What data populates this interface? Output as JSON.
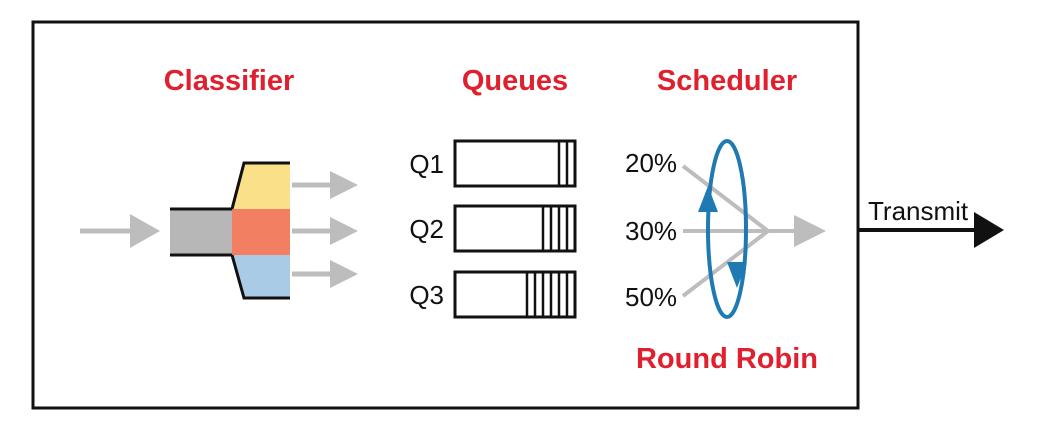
{
  "headings": {
    "classifier": "Classifier",
    "queues": "Queues",
    "scheduler": "Scheduler",
    "round_robin": "Round Robin"
  },
  "queues": [
    {
      "label": "Q1",
      "filled_slots": 2
    },
    {
      "label": "Q2",
      "filled_slots": 4
    },
    {
      "label": "Q3",
      "filled_slots": 6
    }
  ],
  "weights": [
    "20%",
    "30%",
    "50%"
  ],
  "output_label": "Transmit",
  "colors": {
    "heading": "#e0202e",
    "band_yellow": "#fbe08a",
    "band_orange": "#f37f63",
    "band_blue": "#a9cbe6",
    "pipe_gray": "#b7b7b7",
    "arrow_gray": "#bdbdbd",
    "cycle_blue": "#1f7ab3"
  }
}
